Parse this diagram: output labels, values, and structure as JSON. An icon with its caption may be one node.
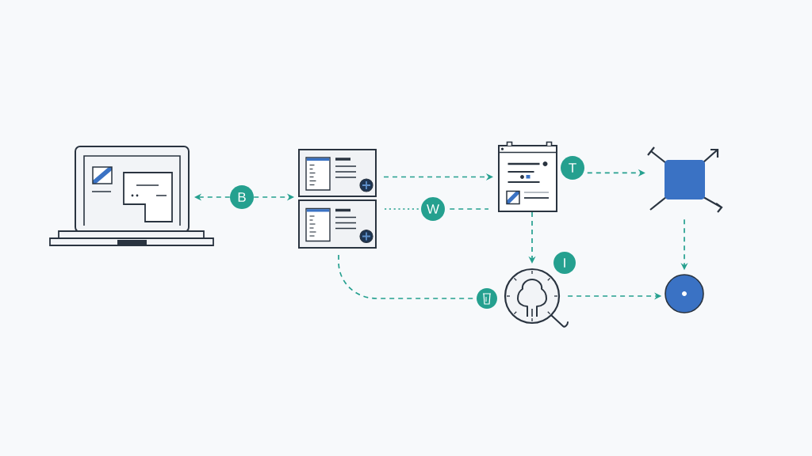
{
  "diagram": {
    "nodes": [
      {
        "text": [],
        "shape": "picture"
      },
      {
        "text": [
          "B"
        ]
      },
      {
        "text": [],
        "shape": "picture"
      },
      {
        "text": [],
        "shape": "picture"
      },
      {
        "text": [
          "W"
        ]
      },
      {
        "text": [],
        "shape": "picture"
      },
      {
        "text": [
          "T"
        ]
      },
      {
        "text": [],
        "shape": "picture"
      },
      {
        "text": [],
        "shape": "picture"
      },
      {
        "text": [
          "I"
        ]
      },
      {
        "text": [],
        "shape": "circle"
      },
      {
        "text": [],
        "shape": "circle"
      }
    ],
    "edges": [
      {
        "from": 1,
        "to": 0,
        "arrow": "to"
      },
      {
        "from": 1,
        "to": 2,
        "arrow": "to"
      },
      {
        "from": 3,
        "to": 4,
        "arrow": "none"
      },
      {
        "from": 4,
        "to": 5,
        "arrow": "none"
      },
      {
        "from": 2,
        "to": 5,
        "arrow": "to"
      },
      {
        "from": 5,
        "to": 8,
        "arrow": "to"
      },
      {
        "from": 6,
        "to": 7,
        "arrow": "to"
      },
      {
        "from": 7,
        "to": 11,
        "arrow": "to"
      },
      {
        "from": 8,
        "to": 11,
        "arrow": "to"
      },
      {
        "from": 3,
        "to": 10,
        "arrow": "none"
      }
    ]
  }
}
